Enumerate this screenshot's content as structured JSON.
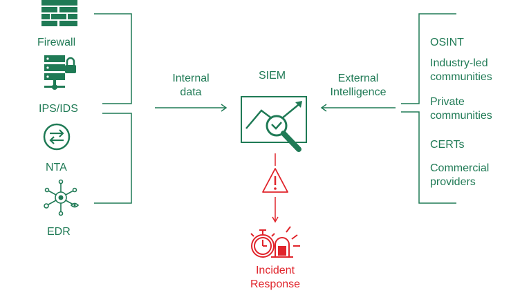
{
  "colors": {
    "green": "#1f7a55",
    "red": "#e0242b"
  },
  "sources": {
    "firewall": {
      "label": "Firewall",
      "icon": "firewall-icon"
    },
    "ips_ids": {
      "label": "IPS/IDS",
      "icon": "server-lock-icon"
    },
    "nta": {
      "label": "NTA",
      "icon": "exchange-arrows-icon"
    },
    "edr": {
      "label": "EDR",
      "icon": "endpoint-network-icon"
    }
  },
  "internal_data": {
    "line1": "Internal",
    "line2": "data"
  },
  "siem": {
    "label": "SIEM",
    "icon": "siem-monitor-icon"
  },
  "external": {
    "line1": "External",
    "line2": "Intelligence"
  },
  "intel_sources": [
    [
      "OSINT"
    ],
    [
      "Industry-led",
      "communities"
    ],
    [
      "Private",
      "communities"
    ],
    [
      "CERTs"
    ],
    [
      "Commercial",
      "providers"
    ]
  ],
  "alert": {
    "icon": "warning-triangle-icon"
  },
  "incident_response": {
    "line1": "Incident",
    "line2": "Response",
    "icon": "stopwatch-siren-icon"
  }
}
